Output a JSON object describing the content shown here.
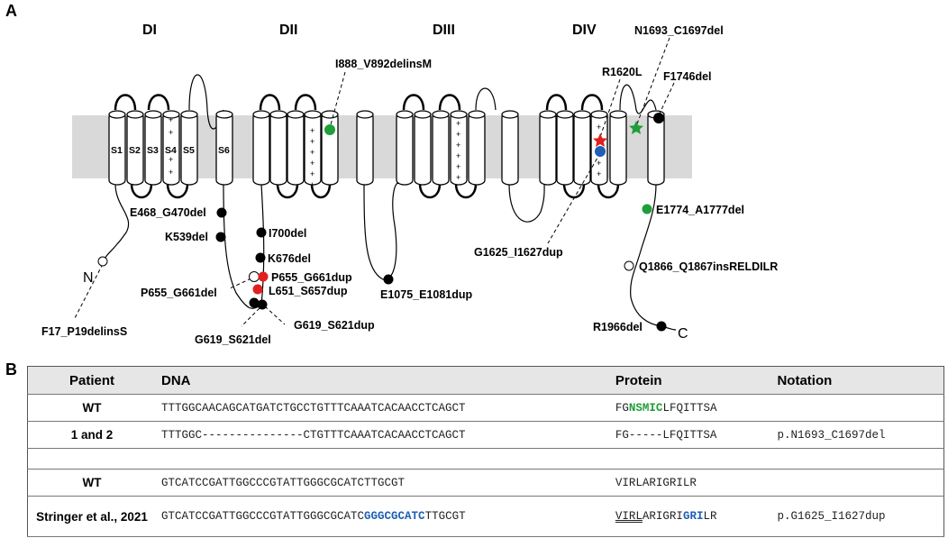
{
  "panel_a": {
    "letter": "A",
    "domains": [
      "DI",
      "DII",
      "DIII",
      "DIV"
    ],
    "segments": [
      "S1",
      "S2",
      "S3",
      "S4",
      "S5",
      "S6"
    ],
    "n_terminus": "N",
    "c_terminus": "C",
    "variants": [
      {
        "label": "I888_V892delinsM",
        "marker": "circle",
        "color": "#1f9e3a"
      },
      {
        "label": "R1620L",
        "marker": "star",
        "color": "#e02020"
      },
      {
        "label": "N1693_C1697del",
        "marker": "star",
        "color": "#1f9e3a"
      },
      {
        "label": "F1746del",
        "marker": "circle",
        "color": "#000000"
      },
      {
        "label": "E468_G470del",
        "marker": "circle",
        "color": "#000000"
      },
      {
        "label": "K539del",
        "marker": "circle",
        "color": "#000000"
      },
      {
        "label": "I700del",
        "marker": "circle",
        "color": "#000000"
      },
      {
        "label": "K676del",
        "marker": "circle",
        "color": "#000000"
      },
      {
        "label": "P655_G661dup",
        "marker": "circle",
        "color": "#e02020"
      },
      {
        "label": "P655_G661del",
        "marker": "circle",
        "color": "#ffffff"
      },
      {
        "label": "L651_S657dup",
        "marker": "circle",
        "color": "#e02020"
      },
      {
        "label": "G619_S621dup",
        "marker": "circle",
        "color": "#000000"
      },
      {
        "label": "G619_S621del",
        "marker": "circle",
        "color": "#000000"
      },
      {
        "label": "F17_P19delinsS",
        "marker": "circle",
        "color": "#ffffff"
      },
      {
        "label": "E1075_E1081dup",
        "marker": "circle",
        "color": "#000000"
      },
      {
        "label": "G1625_I1627dup",
        "marker": "circle",
        "color": "#1f5fb5"
      },
      {
        "label": "E1774_A1777del",
        "marker": "circle",
        "color": "#1f9e3a"
      },
      {
        "label": "Q1866_Q1867insRELDILR",
        "marker": "circle",
        "color": "#ffffff"
      },
      {
        "label": "R1966del",
        "marker": "circle",
        "color": "#000000"
      }
    ]
  },
  "panel_b": {
    "letter": "B",
    "headers": [
      "Patient",
      "DNA",
      "Protein",
      "Notation"
    ],
    "rows": [
      {
        "patient": "WT",
        "dna": "TTTGGCAACAGCATGATCTGCCTGTTTCAAATCACAACCTCAGCT",
        "protein_pre": "FG",
        "protein_hl": "NSMIC",
        "protein_post": "LFQITTSA",
        "notation": ""
      },
      {
        "patient": "1 and 2",
        "dna": "TTTGGC---------------CTGTTTCAAATCACAACCTCAGCT",
        "protein": "FG-----LFQITTSA",
        "notation": "p.N1693_C1697del"
      },
      {
        "patient": "WT",
        "dna": "GTCATCCGATTGGCCCGTATTGGGCGCATCTTGCGT",
        "protein": "VIRLARIGRILR",
        "notation": ""
      },
      {
        "patient": "Stringer et al., 2021",
        "dna_pre": "GTCATCCGATTGGCCCGTATTGGGCGCATC",
        "dna_hl": "GGGCGCATC",
        "dna_post": "TTGCGT",
        "protein_a": "VIRL",
        "protein_b": "ARIGRI",
        "protein_hl": "GRI",
        "protein_c": "LR",
        "notation": "p.G1625_I1627dup"
      }
    ]
  },
  "colors": {
    "membrane": "#d9d9d9",
    "red": "#e02020",
    "green": "#1f9e3a",
    "blue": "#1f5fb5",
    "black": "#000000"
  }
}
